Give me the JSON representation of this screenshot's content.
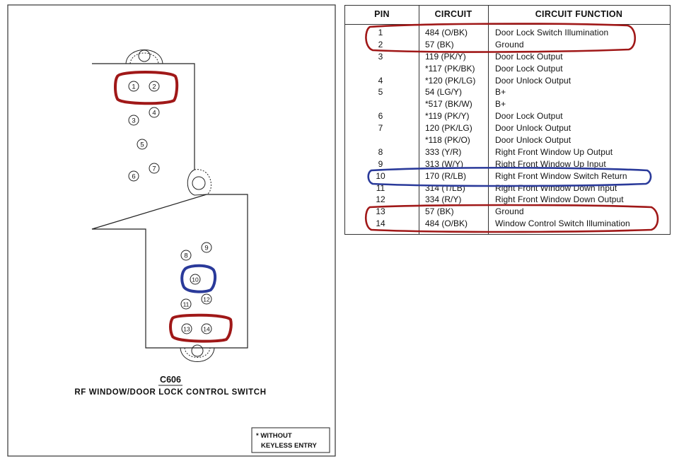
{
  "connector": {
    "id": "C606",
    "name": "RF WINDOW/DOOR LOCK CONTROL SWITCH",
    "footnote_line1": "* WITHOUT",
    "footnote_line2": "KEYLESS ENTRY"
  },
  "pins_drawn": [
    "1",
    "2",
    "3",
    "4",
    "5",
    "6",
    "7",
    "8",
    "9",
    "10",
    "11",
    "12",
    "13",
    "14"
  ],
  "table": {
    "headers": {
      "pin": "PIN",
      "circuit": "CIRCUIT",
      "function": "CIRCUIT FUNCTION"
    },
    "rows": [
      {
        "pin": "1",
        "circuit": "484 (O/BK)",
        "function": "Door Lock Switch Illumination"
      },
      {
        "pin": "2",
        "circuit": "57 (BK)",
        "function": "Ground"
      },
      {
        "pin": "3",
        "circuit": "119 (PK/Y)",
        "function": "Door Lock Output"
      },
      {
        "pin": "",
        "circuit": "*117 (PK/BK)",
        "function": "Door Lock Output"
      },
      {
        "pin": "4",
        "circuit": "*120 (PK/LG)",
        "function": "Door Unlock Output"
      },
      {
        "pin": "5",
        "circuit": "54 (LG/Y)",
        "function": "B+"
      },
      {
        "pin": "",
        "circuit": "*517 (BK/W)",
        "function": "B+"
      },
      {
        "pin": "6",
        "circuit": "*119 (PK/Y)",
        "function": "Door Lock Output"
      },
      {
        "pin": "7",
        "circuit": "120 (PK/LG)",
        "function": "Door Unlock Output"
      },
      {
        "pin": "",
        "circuit": "*118 (PK/O)",
        "function": "Door Unlock Output"
      },
      {
        "pin": "8",
        "circuit": "333 (Y/R)",
        "function": "Right Front Window Up Output"
      },
      {
        "pin": "9",
        "circuit": "313 (W/Y)",
        "function": "Right Front Window Up Input"
      },
      {
        "pin": "10",
        "circuit": "170 (R/LB)",
        "function": "Right Front Window Switch Return"
      },
      {
        "pin": "11",
        "circuit": "314 (T/LB)",
        "function": "Right Front Window Down Input"
      },
      {
        "pin": "12",
        "circuit": "334 (R/Y)",
        "function": "Right Front Window Down Output"
      },
      {
        "pin": "13",
        "circuit": "57 (BK)",
        "function": "Ground"
      },
      {
        "pin": "14",
        "circuit": "484 (O/BK)",
        "function": "Window Control Switch Illumination"
      }
    ]
  },
  "colors": {
    "highlight_red": "#a01818",
    "highlight_blue": "#2a3a9a",
    "line": "#333333"
  }
}
